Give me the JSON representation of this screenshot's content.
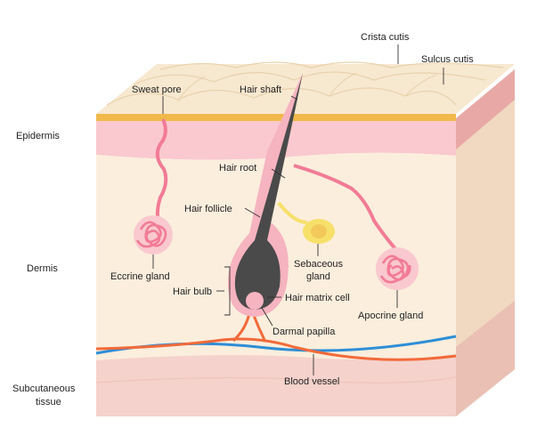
{
  "labels": {
    "crista_cutis": "Crista cutis",
    "sulcus_cutis": "Sulcus cutis",
    "sweat_pore": "Sweat pore",
    "hair_shaft": "Hair shaft",
    "epidermis": "Epidermis",
    "hair_root": "Hair root",
    "hair_follicle": "Hair follicle",
    "eccrine_gland": "Eccrine gland",
    "sebaceous_gland_line1": "Sebaceous",
    "sebaceous_gland_line2": "gland",
    "dermis": "Dermis",
    "hair_bulb": "Hair bulb",
    "hair_matrix_cell": "Hair matrix cell",
    "darmal_papilla": "Darmal papilla",
    "apocrine_gland": "Apocrine gland",
    "blood_vessel": "Blood vessel",
    "subcutaneous_line1": "Subcutaneous",
    "subcutaneous_line2": "tissue"
  },
  "colors": {
    "surface": "#f7e8d0",
    "surface_ridge": "#fdf3e3",
    "stratum_line": "#f0b94a",
    "epidermis": "#f9c9cf",
    "dermis": "#fbeedd",
    "side": "#f1d8c0",
    "side_epidermis": "#e8a9a6",
    "subcutaneous": "#f5d2cc",
    "gland": "#f27b96",
    "hair": "#4a4a4a",
    "follicle": "#f6b3c0",
    "sebaceous": "#f7e06a",
    "artery": "#f26a3a",
    "vein": "#2e8ed6"
  }
}
